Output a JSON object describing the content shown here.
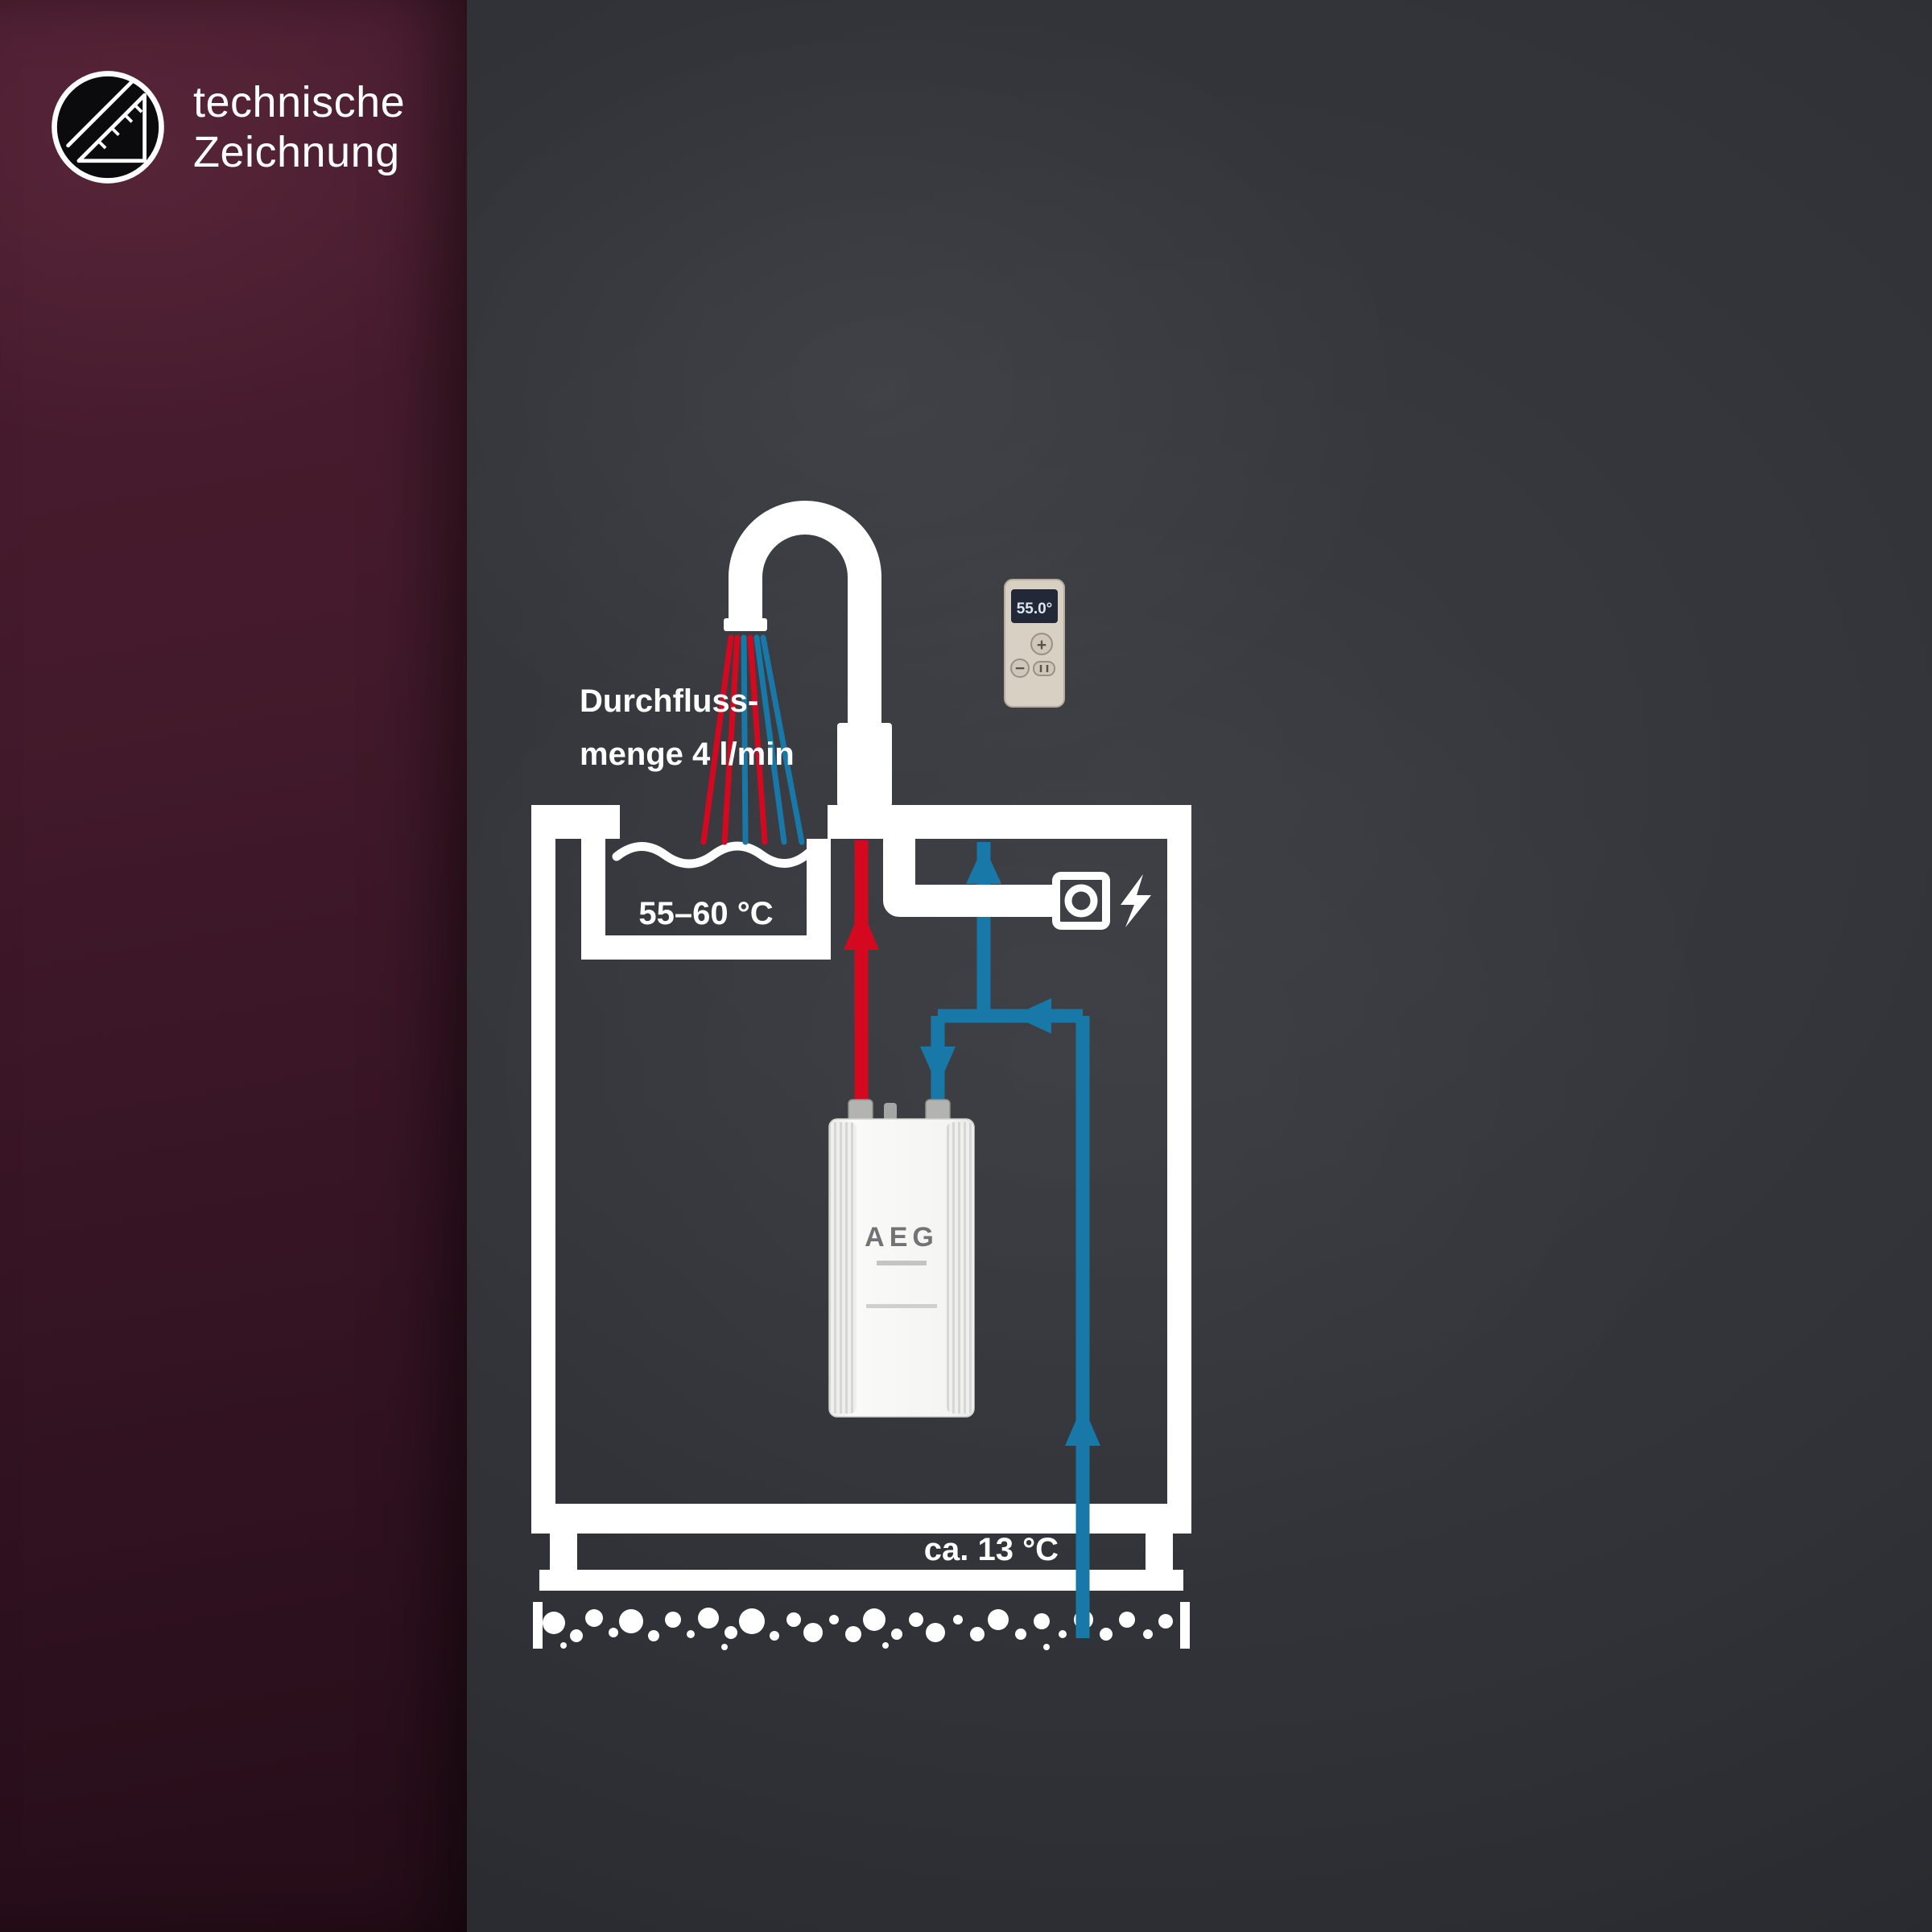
{
  "left_panel": {
    "label_line1": "technische",
    "label_line2": "Zeichnung",
    "icon": "set-square-icon"
  },
  "diagram": {
    "flow_label_line1": "Durchfluss-",
    "flow_label_line2": "menge 4 l/min",
    "hot_water_temp": "55–60 °C",
    "cold_water_temp": "ca. 13 °C",
    "remote": {
      "display": "55.0°",
      "button_plus": "+",
      "button_minus": "−"
    },
    "heater": {
      "brand": "AEG"
    },
    "icons": {
      "badge": "set-square-icon",
      "power": "lightning-icon"
    },
    "colors": {
      "hot_water": "#d40920",
      "cold_water": "#1878a8",
      "outline_white": "#ffffff",
      "panel_burgundy": "#431a2b",
      "wall_charcoal": "#313338",
      "remote_body": "#d8d0c3"
    }
  }
}
